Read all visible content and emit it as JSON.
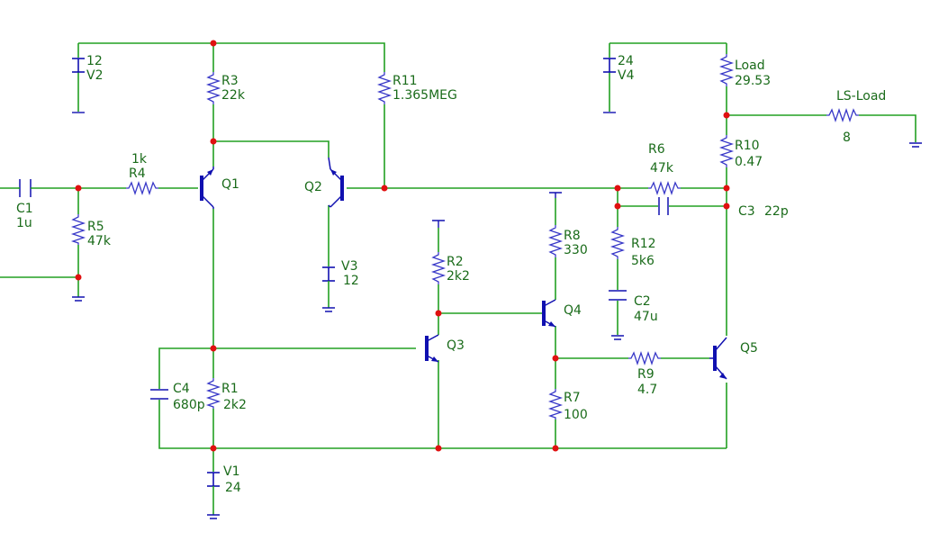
{
  "components": {
    "V2": {
      "name": "V2",
      "value": "12"
    },
    "V4": {
      "name": "V4",
      "value": "24"
    },
    "V3": {
      "name": "V3",
      "value": "12"
    },
    "V1": {
      "name": "V1",
      "value": "24"
    },
    "R3": {
      "name": "R3",
      "value": "22k"
    },
    "R11": {
      "name": "R11",
      "value": "1.365MEG"
    },
    "R4": {
      "name": "R4",
      "value": "1k"
    },
    "R5": {
      "name": "R5",
      "value": "47k"
    },
    "R2": {
      "name": "R2",
      "value": "2k2"
    },
    "R8": {
      "name": "R8",
      "value": "330"
    },
    "R6": {
      "name": "R6",
      "value": "47k"
    },
    "R12": {
      "name": "R12",
      "value": "5k6"
    },
    "R10": {
      "name": "R10",
      "value": "0.47"
    },
    "R1": {
      "name": "R1",
      "value": "2k2"
    },
    "R7": {
      "name": "R7",
      "value": "100"
    },
    "R9": {
      "name": "R9",
      "value": "4.7"
    },
    "Load": {
      "name": "Load",
      "value": "29.53"
    },
    "LS_Load": {
      "name": "LS-Load",
      "value": "8"
    },
    "C1": {
      "name": "C1",
      "value": "1u"
    },
    "C2": {
      "name": "C2",
      "value": "47u"
    },
    "C3": {
      "name": "C3",
      "value": "22p"
    },
    "C4": {
      "name": "C4",
      "value": "680p"
    },
    "Q1": {
      "name": "Q1"
    },
    "Q2": {
      "name": "Q2"
    },
    "Q3": {
      "name": "Q3"
    },
    "Q4": {
      "name": "Q4"
    },
    "Q5": {
      "name": "Q5"
    }
  },
  "colors": {
    "wire": "#22a022",
    "component": "#1010b0",
    "node": "#e01010",
    "label": "#1a6b1a"
  }
}
